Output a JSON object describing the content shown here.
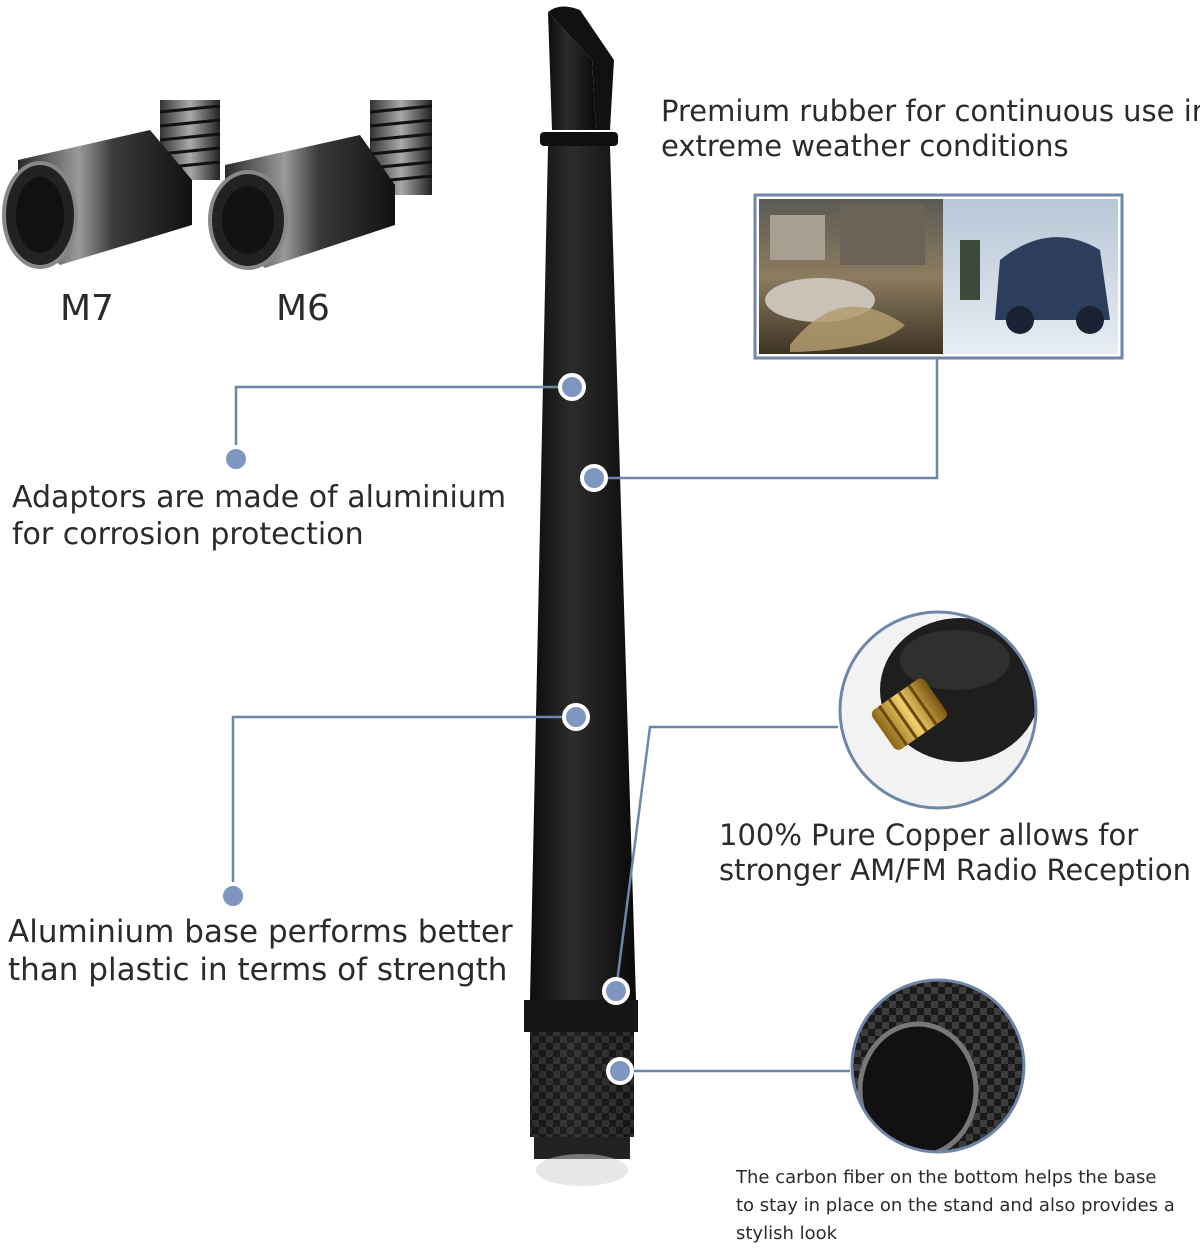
{
  "adapters": {
    "m7": "M7",
    "m6": "M6"
  },
  "features": {
    "rubber": {
      "line1": "Premium rubber for continuous use in",
      "line2": "extreme weather conditions"
    },
    "adaptors": {
      "line1": "Adaptors are made of aluminium",
      "line2": "for corrosion protection"
    },
    "base": {
      "line1": "Aluminium base performs better",
      "line2": "than plastic in terms of strength"
    },
    "copper": {
      "line1": "100% Pure Copper allows for",
      "line2": "stronger AM/FM Radio Reception"
    },
    "carbon": {
      "line1": "The carbon fiber on the bottom helps the base",
      "line2": "to stay in place on the stand and also provides a",
      "line3": "stylish look"
    }
  },
  "colors": {
    "callout": "#6f86a8",
    "antenna": "#1c1c1c",
    "dot": "#7f97c0"
  },
  "icons": [
    "m7-adapter-icon",
    "m6-adapter-icon",
    "antenna-icon",
    "weather-photo",
    "copper-thread-icon",
    "carbon-fiber-icon"
  ]
}
